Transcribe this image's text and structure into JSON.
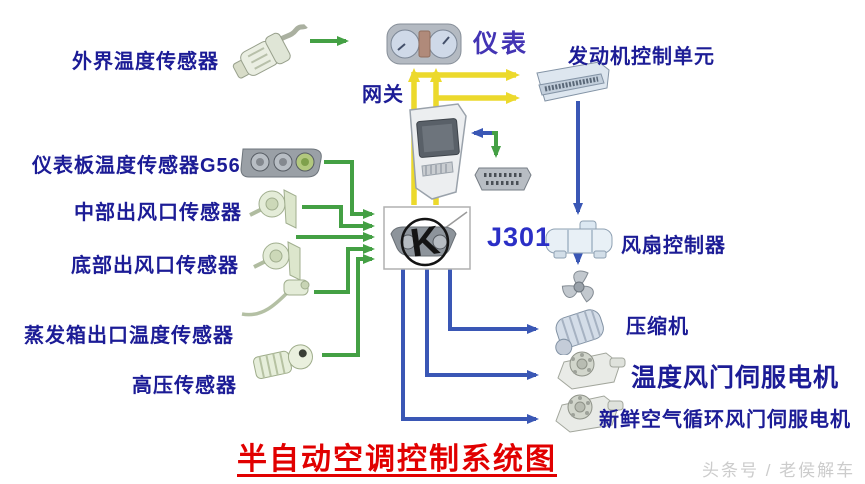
{
  "title": "半自动空调控制系统图",
  "watermark": "头条号 / 老侯解车",
  "colors": {
    "label_text": "#1c1c96",
    "cluster_label": "#4334b4",
    "j301_label": "#2b2fc6",
    "title_red": "#e10000",
    "sensor_wire_green": "#44a044",
    "can_bus_yellow": "#ecd92c",
    "actuator_wire_blue": "#3a57b5"
  },
  "nodes": {
    "outside_temp_sensor": {
      "label": "外界温度传感器"
    },
    "instrument_cluster": {
      "label": "仪表"
    },
    "gateway": {
      "label": "网关"
    },
    "engine_control_unit": {
      "label": "发动机控制单元"
    },
    "dash_temp_sensor": {
      "label": "仪表板温度传感器G56"
    },
    "center_vent_sensor": {
      "label": "中部出风口传感器"
    },
    "bottom_vent_sensor": {
      "label": "底部出风口传感器"
    },
    "evaporator_outlet_temp_sensor": {
      "label": "蒸发箱出口温度传感器"
    },
    "high_pressure_sensor": {
      "label": "高压传感器"
    },
    "ac_control_unit": {
      "label": "J301"
    },
    "fan_controller": {
      "label": "风扇控制器"
    },
    "compressor": {
      "label": "压缩机"
    },
    "temp_damper_servo_motor": {
      "label": "温度风门伺服电机"
    },
    "fresh_air_damper_servo_motor": {
      "label": "新鲜空气循环风门伺服电机"
    }
  }
}
